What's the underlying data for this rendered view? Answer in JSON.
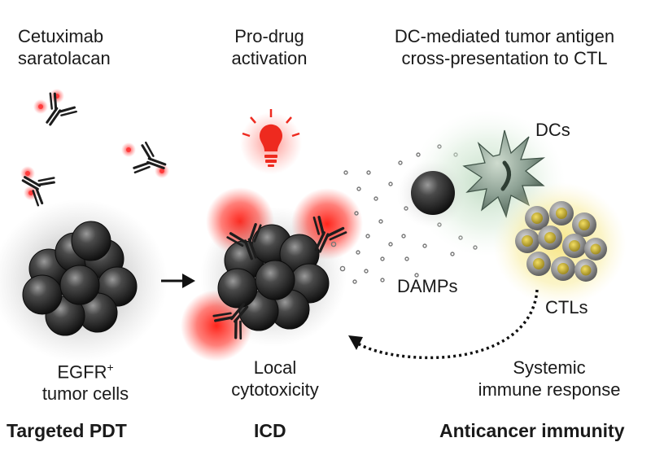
{
  "labels": {
    "drug_line1": "Cetuximab",
    "drug_line2": "saratolacan",
    "prodrug_line1": "Pro-drug",
    "prodrug_line2": "activation",
    "dc_line1": "DC-mediated tumor antigen",
    "dc_line2": "cross-presentation to CTL",
    "dcs": "DCs",
    "damps": "DAMPs",
    "ctls": "CTLs",
    "egfr_line1": "EGFR",
    "egfr_sup": "+",
    "egfr_line2": "tumor cells",
    "local_line1": "Local",
    "local_line2": "cytotoxicity",
    "systemic_line1": "Systemic",
    "systemic_line2": "immune response"
  },
  "footer": {
    "left": "Targeted PDT",
    "center": "ICD",
    "right": "Anticancer immunity"
  },
  "colors": {
    "laser_red": "#e8261d",
    "cell_dark": "#262626",
    "dc_green": "#8fa596",
    "ctl_yellow": "#f3e27a",
    "text": "#1a1a1a"
  },
  "icons": [
    "antibody-icon",
    "light-bulb-icon",
    "tumor-cluster-icon",
    "dendritic-cell-icon",
    "t-cell-icon",
    "arrow-icon"
  ]
}
